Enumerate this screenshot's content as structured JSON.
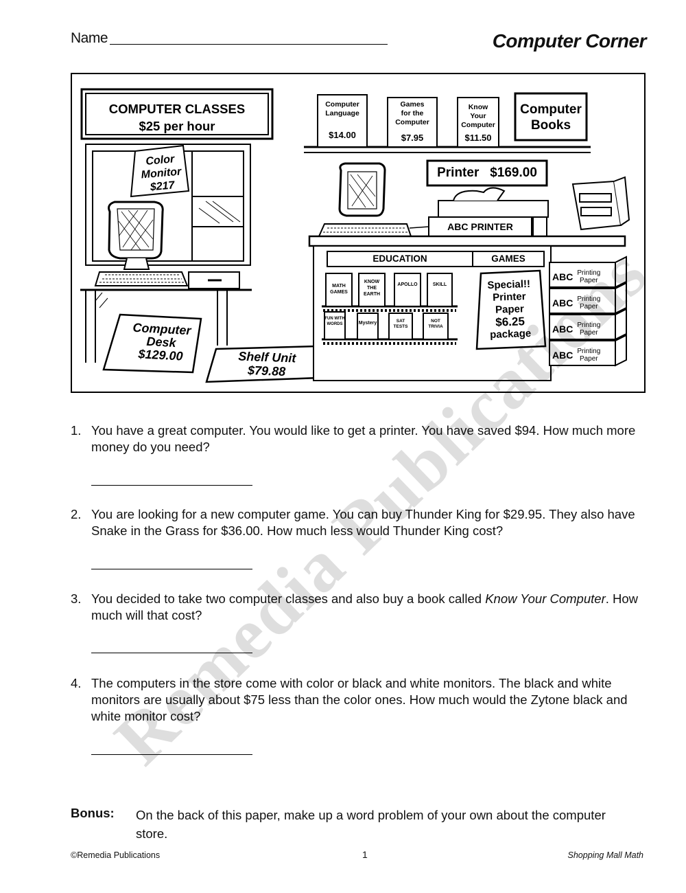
{
  "header": {
    "name_label": "Name",
    "title": "Computer Corner"
  },
  "scene": {
    "classes_sign": {
      "line1": "COMPUTER CLASSES",
      "line2": "$25 per hour"
    },
    "color_monitor_sign": {
      "line1": "Color",
      "line2": "Monitor",
      "price": "$217"
    },
    "desk_sign": {
      "line1": "Computer",
      "line2": "Desk",
      "price": "$129.00"
    },
    "shelf_unit_sign": {
      "line1": "Shelf Unit",
      "price": "$79.88"
    },
    "books": [
      {
        "title_lines": [
          "Computer",
          "Language"
        ],
        "price": "$14.00"
      },
      {
        "title_lines": [
          "Games",
          "for the",
          "Computer"
        ],
        "price": "$7.95"
      },
      {
        "title_lines": [
          "Know",
          "Your",
          "Computer"
        ],
        "price": "$11.50"
      }
    ],
    "books_sign": {
      "line1": "Computer",
      "line2": "Books"
    },
    "printer_sign": {
      "label": "Printer",
      "price": "$169.00"
    },
    "printer_box_label": "ABC PRINTER",
    "shelf_labels": {
      "education": "EDUCATION",
      "games": "GAMES"
    },
    "software_row1": [
      "MATH GAMES",
      "KNOW THE EARTH",
      "APOLLO",
      "SKILL"
    ],
    "software_row2": [
      "FUN WITH WORDS",
      "Mystery",
      "SAT TESTS",
      "NOT TRIVIA"
    ],
    "special_sign": {
      "line1": "Special!!",
      "line2": "Printer",
      "line3": "Paper",
      "price": "$6.25",
      "unit": "package"
    },
    "paper_boxes": [
      {
        "brand": "ABC",
        "label1": "Printing",
        "label2": "Paper"
      },
      {
        "brand": "ABC",
        "label1": "Printing",
        "label2": "Paper"
      },
      {
        "brand": "ABC",
        "label1": "Printing",
        "label2": "Paper"
      },
      {
        "brand": "ABC",
        "label1": "Printing",
        "label2": "Paper"
      }
    ]
  },
  "questions": [
    {
      "number": "1.",
      "text": "You have a great computer. You would like to get a printer. You have saved $94. How much more money do you need?"
    },
    {
      "number": "2.",
      "text": "You are looking for a new computer game. You can buy Thunder King for $29.95. They also have Snake in the Grass for $36.00. How much less would Thunder King cost?"
    },
    {
      "number": "3.",
      "text_before": "You decided to take two computer classes and also buy a book called ",
      "text_italic": "Know Your Computer",
      "text_after": ". How much will that cost?"
    },
    {
      "number": "4.",
      "text": "The computers in the store come with color or black and white monitors. The black and white monitors are usually about $75 less than the color ones. How much would the Zytone black and white monitor cost?"
    }
  ],
  "bonus": {
    "label": "Bonus:",
    "text": "On the back of this paper, make up a word problem of your own about the computer store."
  },
  "footer": {
    "copyright": "©Remedia Publications",
    "page": "1",
    "book": "Shopping Mall Math"
  },
  "watermark": "Remedia Publications"
}
